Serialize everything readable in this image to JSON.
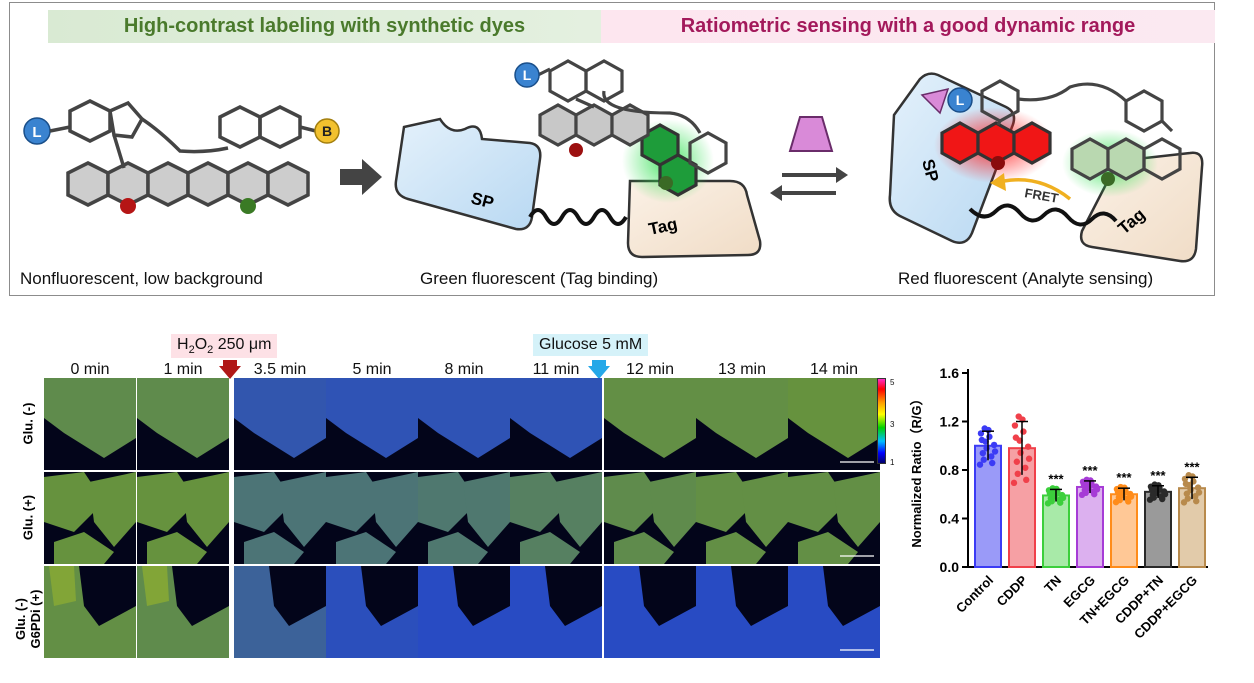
{
  "top": {
    "banner_left": "High-contrast labeling with synthetic dyes",
    "banner_right": "Ratiometric sensing with a good dynamic range",
    "caption_left": "Nonfluorescent, low background",
    "caption_mid": "Green fluorescent (Tag binding)",
    "caption_right": "Red fluorescent (Analyte sensing)",
    "label_L": "L",
    "label_B": "B",
    "label_SP": "SP",
    "label_Tag": "Tag",
    "label_FRET": "FRET"
  },
  "microscopy": {
    "time_points": [
      "0 min",
      "1 min",
      "3.5 min",
      "5 min",
      "8 min",
      "11 min",
      "12 min",
      "13 min",
      "14 min"
    ],
    "stimulus_h2o2": "H",
    "stimulus_h2o2_sub1": "2",
    "stimulus_h2o2_mid": "O",
    "stimulus_h2o2_sub2": "2",
    "stimulus_h2o2_rest": " 250 μm",
    "stimulus_glucose": "Glucose 5 mM",
    "rows": [
      {
        "label": "Glu. (-)",
        "label2": ""
      },
      {
        "label": "Glu. (+)",
        "label2": ""
      },
      {
        "label": "Glu. (-)",
        "label2": "G6PDi (+)"
      }
    ],
    "colorbar_max": "5",
    "colorbar_mid": "3",
    "colorbar_min": "1"
  },
  "chart_data": {
    "type": "bar",
    "ylabel": "Normalized Ratio（R/G）",
    "ylim": [
      0.0,
      1.6
    ],
    "yticks": [
      "0.0",
      "0.4",
      "0.8",
      "1.2",
      "1.6"
    ],
    "categories": [
      "Control",
      "CDDP",
      "TN",
      "EGCG",
      "TN+EGCG",
      "CDDP+TN",
      "CDDP+EGCG"
    ],
    "values": [
      1.0,
      0.98,
      0.59,
      0.66,
      0.6,
      0.62,
      0.65
    ],
    "errors": [
      0.12,
      0.22,
      0.05,
      0.05,
      0.05,
      0.05,
      0.09
    ],
    "significance": [
      "",
      "",
      "***",
      "***",
      "***",
      "***",
      "***"
    ],
    "colors": [
      "#3b3bf5",
      "#f0404a",
      "#3ccf3c",
      "#a63bd6",
      "#ff8c1a",
      "#2a2a2a",
      "#b88a4c"
    ],
    "fills": [
      "#9a9af8",
      "#f6a0a4",
      "#a8eaa8",
      "#dcb0ef",
      "#ffc896",
      "#9a9a9a",
      "#e2cbaa"
    ]
  }
}
